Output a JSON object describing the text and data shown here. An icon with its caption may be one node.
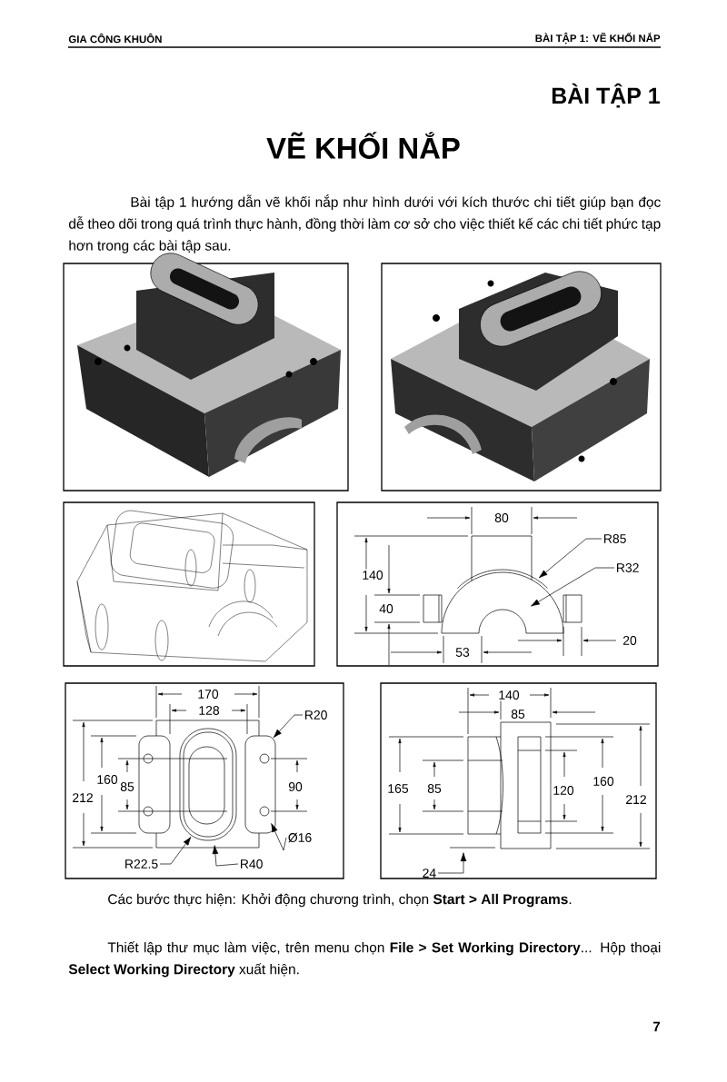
{
  "diagram": {
    "title": "VẼ KHỐI NẮP",
    "nodes": [
      {
        "text": [
          "R85"
        ]
      },
      {
        "text": [
          "R32"
        ]
      },
      {
        "text": [
          "R20"
        ]
      },
      {
        "text": [
          "Ø16"
        ]
      },
      {
        "text": [
          "R22.5"
        ]
      },
      {
        "text": [
          "R40"
        ]
      },
      {
        "text": [
          "24"
        ]
      }
    ],
    "edges": [
      {
        "from": 0,
        "to": null,
        "arrow": "to"
      },
      {
        "from": 1,
        "to": null,
        "arrow": "to"
      },
      {
        "from": 2,
        "to": null,
        "arrow": "to"
      },
      {
        "from": 3,
        "to": null,
        "arrow": "to"
      },
      {
        "from": 4,
        "to": null,
        "arrow": "to"
      },
      {
        "from": 5,
        "to": null,
        "arrow": "to"
      },
      {
        "from": 6,
        "to": null,
        "arrow": "to"
      }
    ],
    "labels": [
      "GIA CÔNG KHUÔN",
      "BÀI TẬP 1: VẼ KHỐI NẮP",
      "BÀI TẬP 1",
      "Bài tập 1 hướng dẫn vẽ khối nắp như hình dưới với kích thước chi tiết giúp bạn đọc dễ theo dõi trong quá trình thực hành, đồng thời làm cơ sở cho việc thiết kế các chi tiết phức tạp hơn trong các bài tập sau.",
      "80",
      "140",
      "40",
      "53",
      "20",
      "170",
      "128",
      "160",
      "85",
      "212",
      "90",
      "140",
      "85",
      "165",
      "85",
      "120",
      "160",
      "212",
      "Các bước thực hiện: Khởi động chương trình, chọn **Start > All Programs**.",
      "Thiết lập thư mục làm việc, trên menu chọn **File > Set Working Directory**... Hộp thoại **Select Working Directory** xuất hiện.",
      "7"
    ]
  }
}
